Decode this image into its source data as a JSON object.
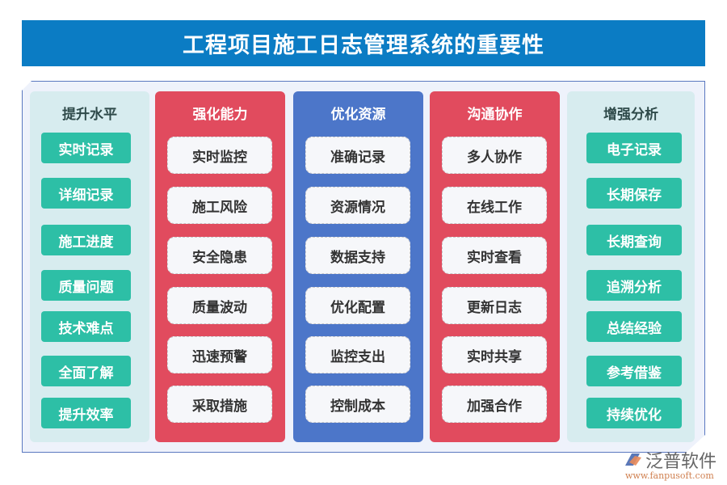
{
  "title": "工程项目施工日志管理系统的重要性",
  "colors": {
    "title_bg": "#0b7cc4",
    "side_bg": "#d7ecef",
    "side_item": "#2dbfa6",
    "red": "#e14b5e",
    "blue": "#4c76c9"
  },
  "columns": [
    {
      "head": "提升水平",
      "style": "side",
      "items": [
        "实时记录",
        "详细记录",
        "施工进度",
        "质量问题",
        "技术难点",
        "全面了解",
        "提升效率"
      ]
    },
    {
      "head": "强化能力",
      "style": "red",
      "items": [
        "实时监控",
        "施工风险",
        "安全隐患",
        "质量波动",
        "迅速预警",
        "采取措施"
      ]
    },
    {
      "head": "优化资源",
      "style": "blue",
      "items": [
        "准确记录",
        "资源情况",
        "数据支持",
        "优化配置",
        "监控支出",
        "控制成本"
      ]
    },
    {
      "head": "沟通协作",
      "style": "red",
      "items": [
        "多人协作",
        "在线工作",
        "实时查看",
        "更新日志",
        "实时共享",
        "加强合作"
      ]
    },
    {
      "head": "增强分析",
      "style": "side",
      "items": [
        "电子记录",
        "长期保存",
        "长期查询",
        "追溯分析",
        "总结经验",
        "参考借鉴",
        "持续优化"
      ]
    }
  ],
  "logo": {
    "name": "泛普软件",
    "url": "www.fanpusoft.com",
    "icon": "fanpu-logo-icon"
  }
}
